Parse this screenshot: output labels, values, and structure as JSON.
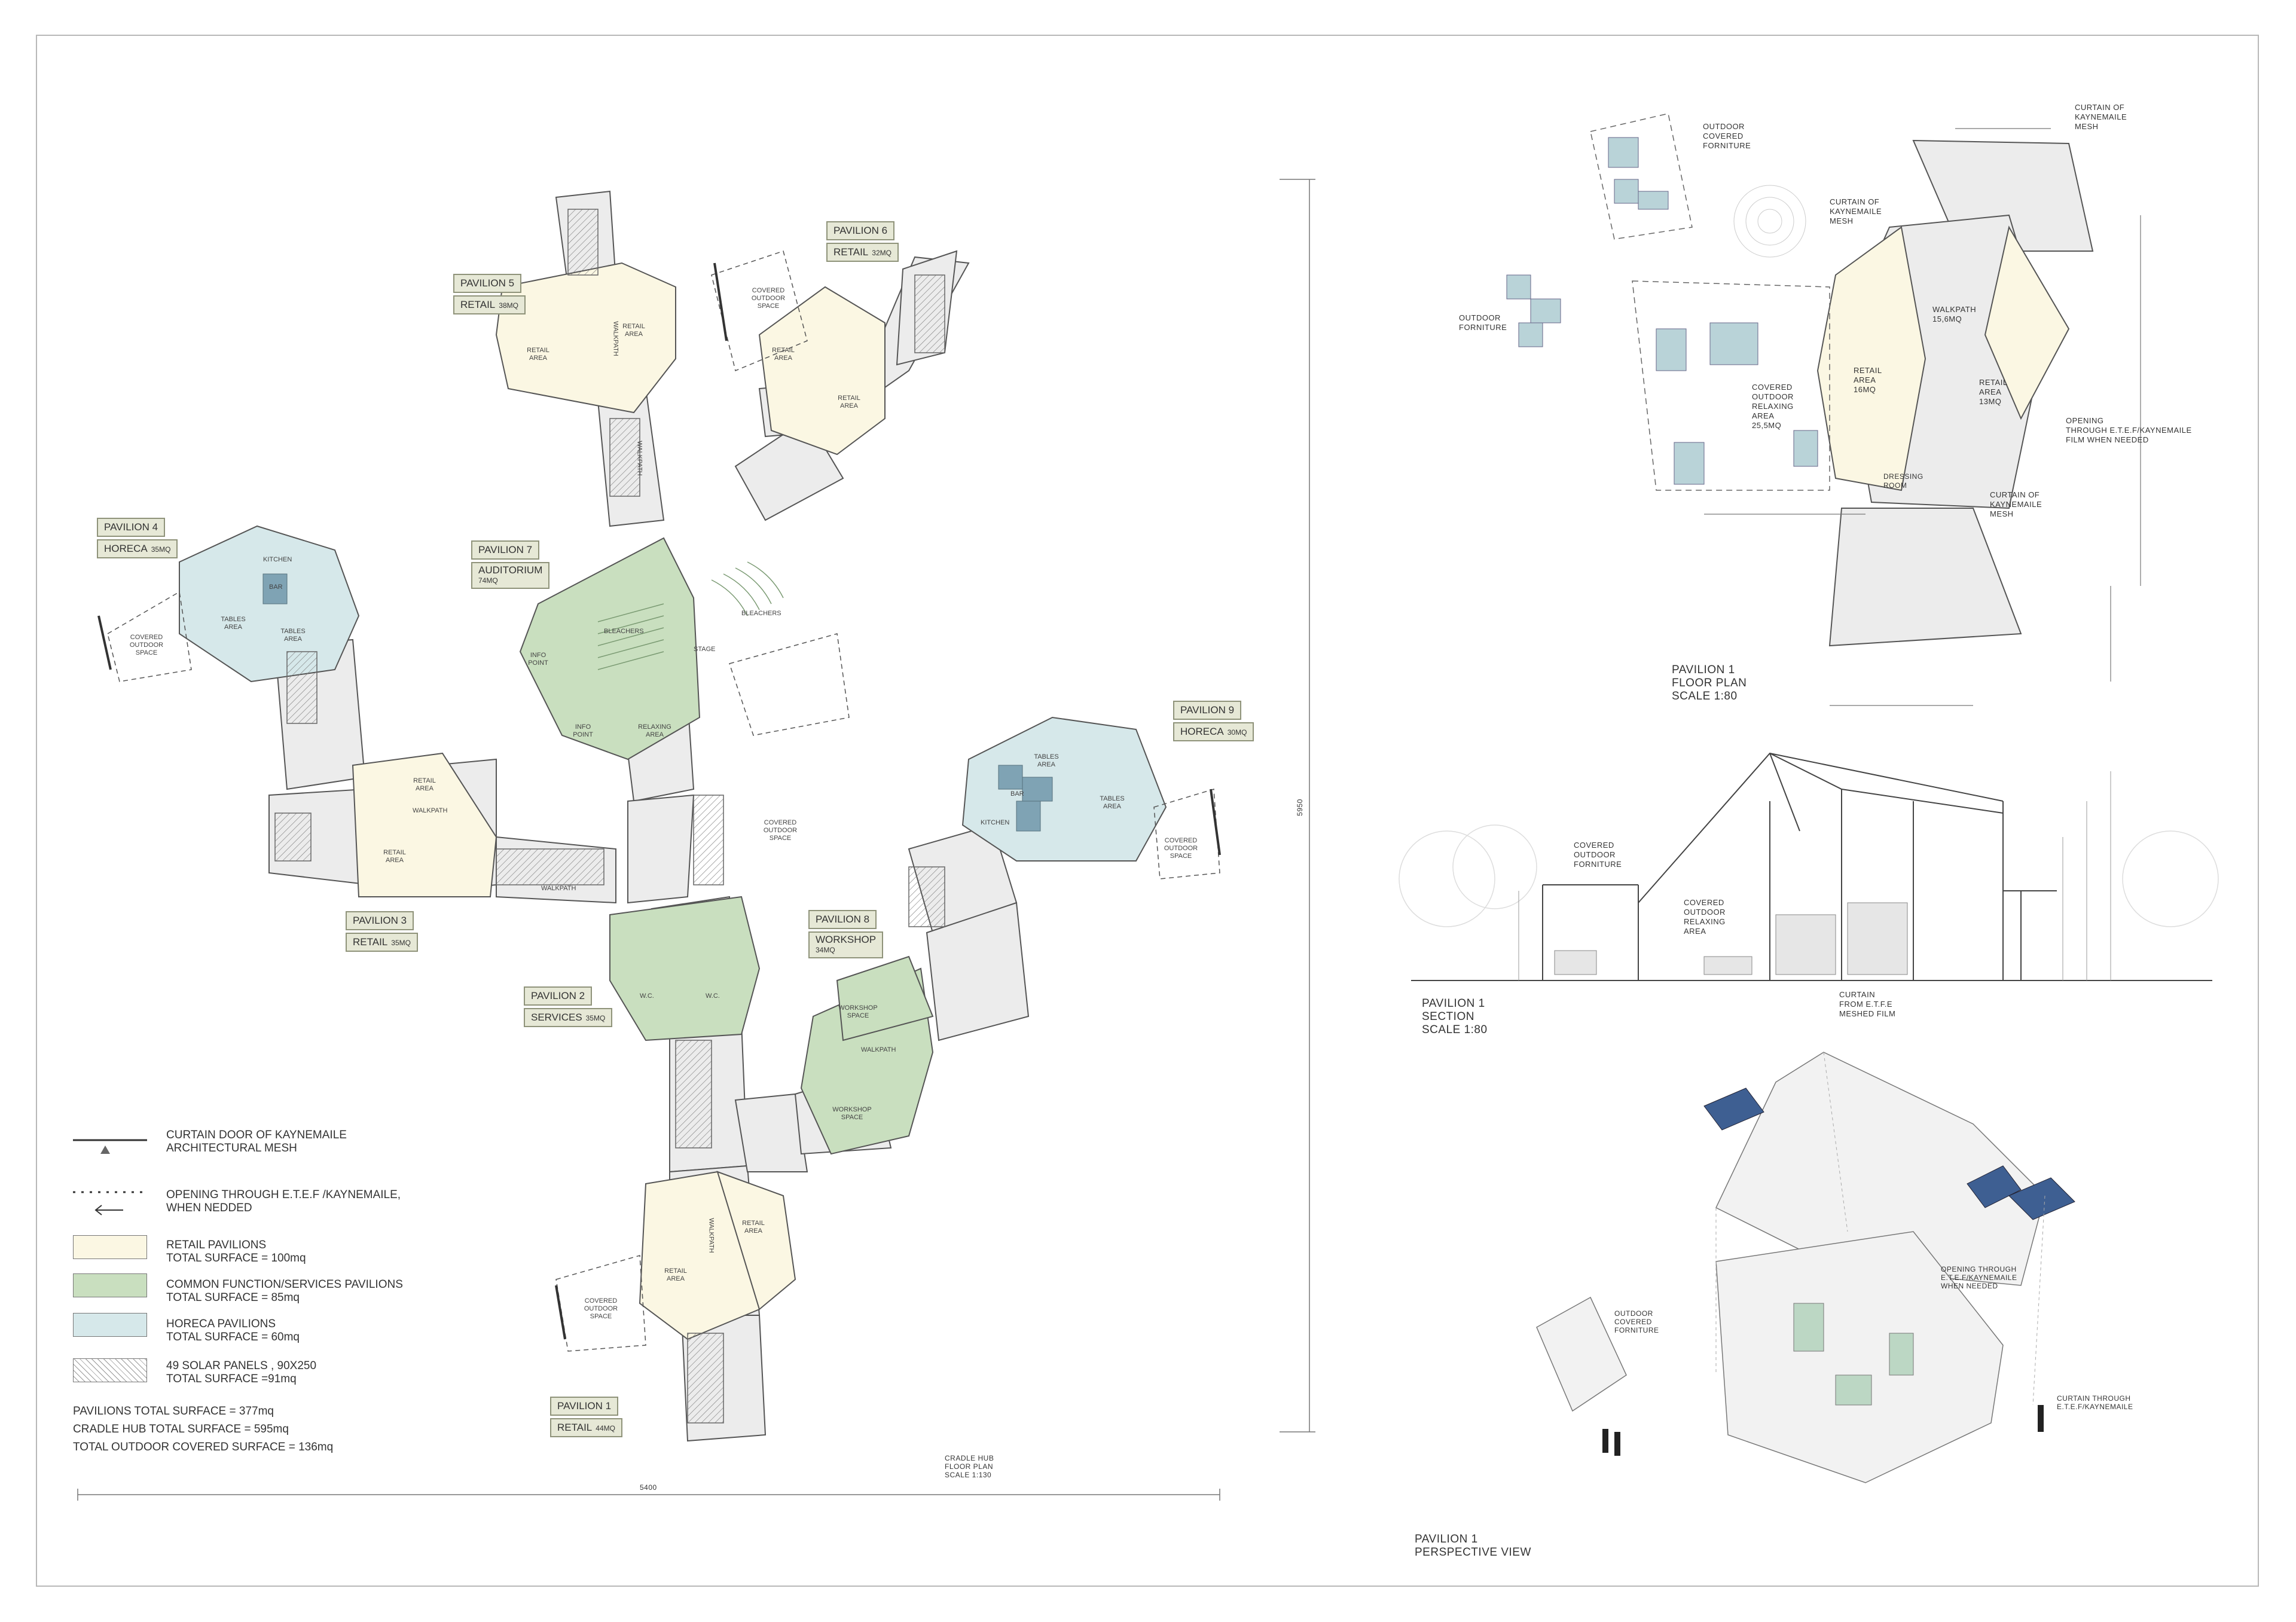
{
  "colors": {
    "retail": "#fbf7e3",
    "common": "#c9dfbf",
    "horeca": "#d6e8ea",
    "neutral": "#ececec",
    "line": "#555555",
    "tag_bg": "#e6e8d6"
  },
  "pavilions": [
    {
      "name": "PAVILION 1",
      "use": "RETAIL",
      "area": "44MQ"
    },
    {
      "name": "PAVILION 2",
      "use": "SERVICES",
      "area": "35MQ"
    },
    {
      "name": "PAVILION 3",
      "use": "RETAIL",
      "area": "35MQ"
    },
    {
      "name": "PAVILION 4",
      "use": "HORECA",
      "area": "35MQ"
    },
    {
      "name": "PAVILION 5",
      "use": "RETAIL",
      "area": "38MQ"
    },
    {
      "name": "PAVILION 6",
      "use": "RETAIL",
      "area": "32MQ"
    },
    {
      "name": "PAVILION 7",
      "use": "AUDITORIUM",
      "area": "74MQ"
    },
    {
      "name": "PAVILION 8",
      "use": "WORKSHOP",
      "area": "34MQ"
    },
    {
      "name": "PAVILION 9",
      "use": "HORECA",
      "area": "30MQ"
    }
  ],
  "legend": {
    "curtain": [
      "CURTAIN DOOR OF KAYNEMAILE",
      "ARCHITECTURAL MESH"
    ],
    "opening": [
      "OPENING THROUGH E.T.E.F /KAYNEMAILE,",
      " WHEN NEDDED"
    ],
    "retail": [
      "RETAIL PAVILIONS",
      "TOTAL SURFACE = 100mq"
    ],
    "common": [
      "COMMON FUNCTION/SERVICES PAVILIONS",
      "TOTAL SURFACE = 85mq"
    ],
    "horeca": [
      "HORECA PAVILIONS",
      "TOTAL SURFACE = 60mq"
    ],
    "solar": [
      "49 SOLAR PANELS , 90X250",
      "TOTAL SURFACE =91mq"
    ]
  },
  "totals": [
    "PAVILIONS TOTAL SURFACE = 377mq",
    "CRADLE HUB TOTAL SURFACE = 595mq",
    "TOTAL OUTDOOR COVERED SURFACE = 136mq"
  ],
  "main_plan": {
    "title": [
      "CRADLE HUB",
      "FLOOR PLAN",
      "SCALE 1:130"
    ],
    "dim_width": "5400",
    "dim_height": "5950"
  },
  "floor_plan": {
    "title": [
      "PAVILION 1",
      "FLOOR PLAN",
      "SCALE 1:80"
    ],
    "labels": {
      "outdoor_covered_forniture": [
        "OUTDOOR",
        "COVERED",
        "FORNITURE"
      ],
      "outdoor_forniture": [
        "OUTDOOR",
        "FORNITURE"
      ],
      "curtain_top_right": [
        "CURTAIN OF",
        "KAYNEMAILE",
        "MESH"
      ],
      "curtain_top_left": [
        "CURTAIN OF",
        "KAYNEMAILE",
        "MESH"
      ],
      "walkpath": [
        "WALKPATH",
        "15,6mq"
      ],
      "retail_left": [
        "RETAIL",
        "AREA",
        "16mq"
      ],
      "retail_right": [
        "RETAIL",
        "AREA",
        "13mq"
      ],
      "covered_relaxing": [
        "COVERED",
        "OUTDOOR",
        "RELAXING",
        "AREA",
        "25,5mq"
      ],
      "opening": [
        "OPENING",
        "THROUGH E.T.E.F/KAYNEMAILE",
        "FILM WHEN NEEDED"
      ],
      "dressing": [
        "DRESSING",
        "ROOM"
      ],
      "curtain_bottom": [
        "CURTAIN OF",
        "KAYNEMAILE",
        "MESH"
      ]
    }
  },
  "section": {
    "title": [
      "PAVILION 1",
      "SECTION",
      "SCALE 1:80"
    ],
    "labels": {
      "covered_forniture": [
        "COVERED",
        "OUTDOOR",
        "FORNITURE"
      ],
      "covered_relaxing": [
        "COVERED",
        "OUTDOOR",
        "RELAXING",
        "AREA"
      ],
      "curtain": [
        "CURTAIN",
        "FROM E.T.F.E",
        "MESHED FILM"
      ]
    }
  },
  "perspective": {
    "title": [
      "PAVILION 1",
      "PERSPECTIVE VIEW"
    ],
    "labels": {
      "opening": [
        "OPENING THROUGH",
        "E.T.E.F/KAYNEMAILE",
        "WHEN NEEDED"
      ],
      "outdoor": [
        "OUTDOOR",
        "COVERED",
        "FORNITURE"
      ],
      "curtain": [
        "CURTAIN THROUGH",
        "E.T.E.F/KAYNEMAILE"
      ]
    }
  },
  "plan_rooms": {
    "walkpath": "WALKPATH",
    "covered_outdoor_space": "COVERED OUTDOOR SPACE",
    "retail_area": "RETAIL AREA",
    "tables_area": "TABLES AREA",
    "kitchen": "KITCHEN",
    "bar": "BAR",
    "stage": "STAGE",
    "bleachers": "BLEACHERS",
    "info_point": "INFO POINT",
    "relaxing_area": "RELAXING AREA",
    "workshop_space": "WORKSHOP SPACE",
    "wc": "W.C."
  }
}
